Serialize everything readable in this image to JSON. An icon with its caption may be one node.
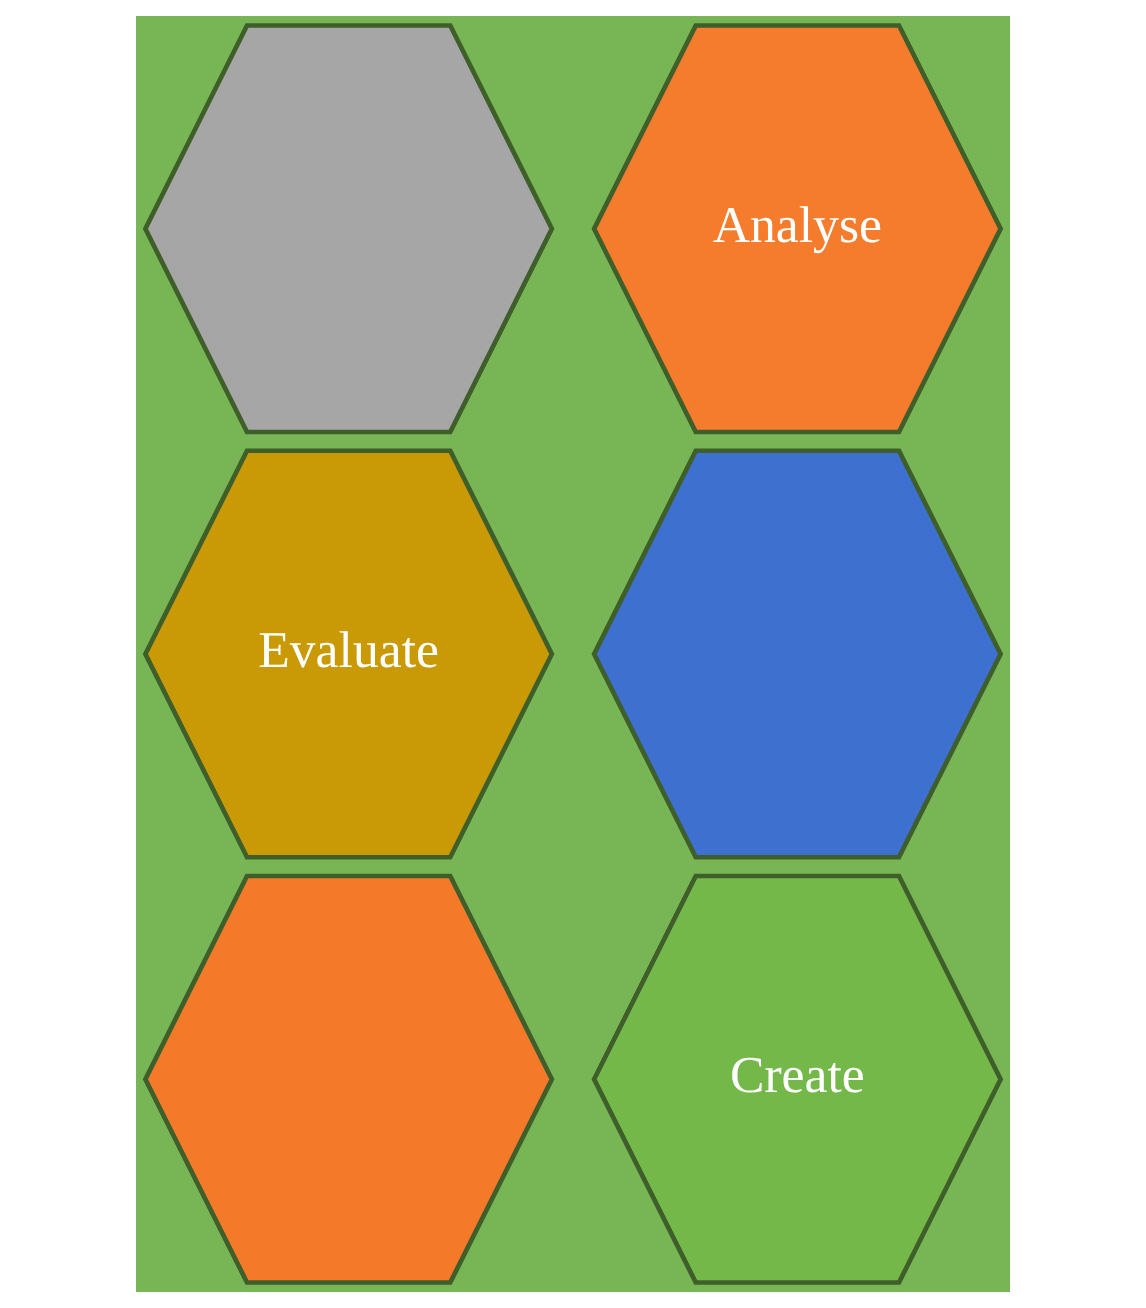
{
  "diagram": {
    "nodes": [
      {
        "text": [],
        "shape": "hexagon"
      },
      {
        "text": [
          "Analyse"
        ]
      },
      {
        "text": [
          "Evaluate"
        ]
      },
      {
        "text": [],
        "shape": "hexagon"
      },
      {
        "text": [],
        "shape": "hexagon"
      },
      {
        "text": [
          "Create"
        ]
      }
    ]
  }
}
